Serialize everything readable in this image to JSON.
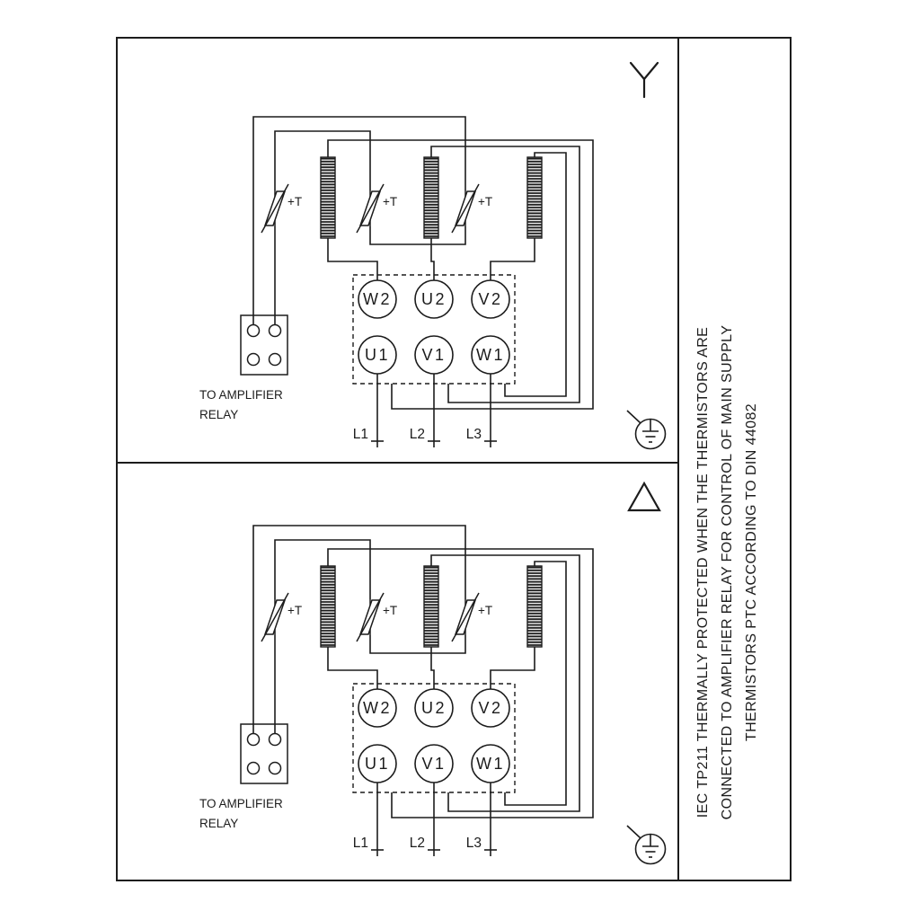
{
  "panels": [
    {
      "symbol": "star",
      "terminals_top": [
        "W2",
        "U2",
        "V2"
      ],
      "terminals_bottom": [
        "U1",
        "V1",
        "W1"
      ],
      "supply": [
        "L1",
        "L2",
        "L3"
      ],
      "thermistor_label": "+T",
      "relay_note_line1": "TO AMPLIFIER",
      "relay_note_line2": "RELAY"
    },
    {
      "symbol": "delta",
      "terminals_top": [
        "W2",
        "U2",
        "V2"
      ],
      "terminals_bottom": [
        "U1",
        "V1",
        "W1"
      ],
      "supply": [
        "L1",
        "L2",
        "L3"
      ],
      "thermistor_label": "+T",
      "relay_note_line1": "TO AMPLIFIER",
      "relay_note_line2": "RELAY"
    }
  ],
  "side_note": {
    "lines": [
      "IEC TP211 THERMALLY PROTECTED WHEN THE THERMISTORS ARE",
      "CONNECTED TO AMPLIFIER RELAY FOR CONTROL OF MAIN SUPPLY",
      "THERMISTORS PTC ACCORDING TO DIN 44082"
    ]
  },
  "icons": {
    "star": "star-connection-icon",
    "delta": "delta-connection-icon",
    "earth": "earth-ground-icon",
    "thermistor": "thermistor-icon",
    "winding": "motor-winding-icon"
  },
  "colors": {
    "ink": "#1c1c1c",
    "background": "#ffffff"
  }
}
